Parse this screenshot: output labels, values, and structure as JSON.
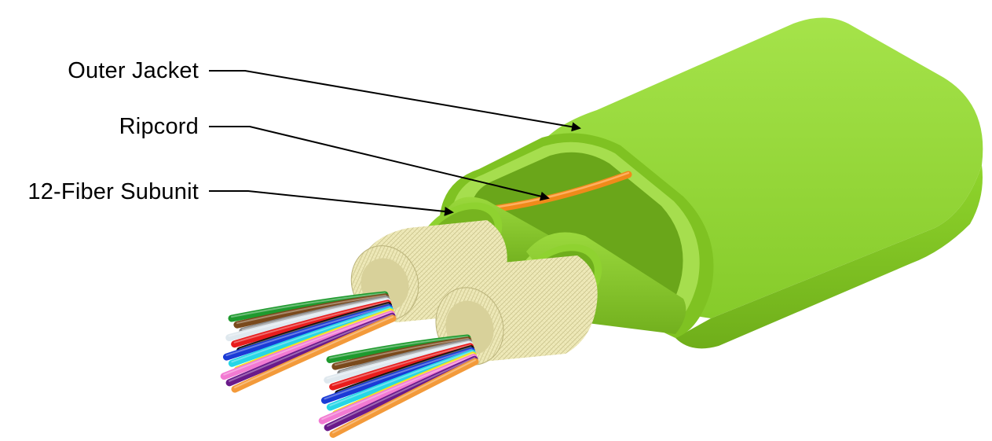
{
  "callouts": {
    "outer_jacket": "Outer Jacket",
    "ripcord": "Ripcord",
    "subunit": "12-Fiber Subunit"
  },
  "colors": {
    "jacket": "#8fd52c",
    "jacket_face": "#7cbf1f",
    "jacket_shadow": "#5f9a12",
    "ripcord": "#f08a1a",
    "aramid_yarn": "#ece7b5",
    "leader_line": "#000000"
  },
  "fiber_colors": [
    "blue",
    "orange",
    "green",
    "brown",
    "slate",
    "white",
    "red",
    "black",
    "yellow",
    "violet",
    "rose",
    "aqua"
  ],
  "fiber_color_hex": [
    "#1a3bd6",
    "#f39a3a",
    "#1e9a2e",
    "#7a4a1c",
    "#8a8a8a",
    "#dfe8ee",
    "#e81c1c",
    "#111111",
    "#f2e21a",
    "#6a1a8a",
    "#f27ad2",
    "#26d6e6"
  ]
}
